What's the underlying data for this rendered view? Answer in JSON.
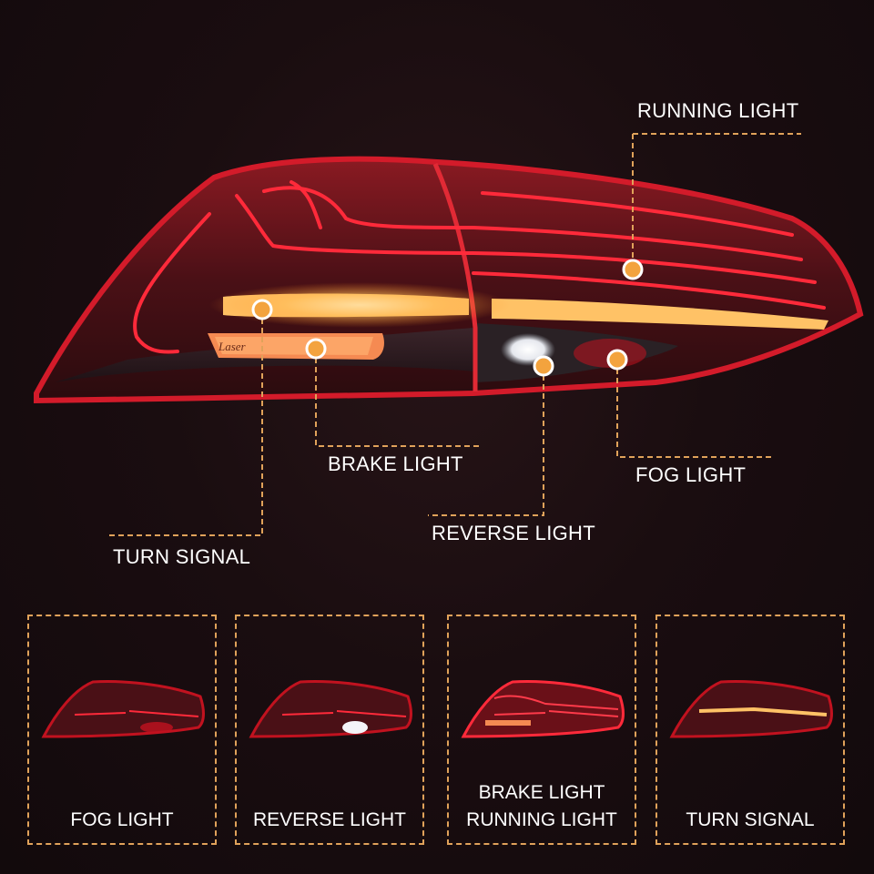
{
  "callouts": {
    "running": "RUNNING LIGHT",
    "brake": "BRAKE LIGHT",
    "fog": "FOG LIGHT",
    "reverse": "REVERSE LIGHT",
    "turn": "TURN SIGNAL"
  },
  "lamp_engraving": "Laser",
  "panels": [
    {
      "lines": [
        "FOG LIGHT"
      ],
      "active": "fog"
    },
    {
      "lines": [
        "REVERSE LIGHT"
      ],
      "active": "reverse"
    },
    {
      "lines": [
        "BRAKE  LIGHT",
        "RUNNING LIGHT"
      ],
      "active": "brake"
    },
    {
      "lines": [
        "TURN SIGNAL"
      ],
      "active": "turn"
    }
  ],
  "colors": {
    "accent_dashed": "#e0a25a",
    "lens_red": "#c1121f",
    "amber": "#ffb347",
    "background": "#150b0e"
  }
}
